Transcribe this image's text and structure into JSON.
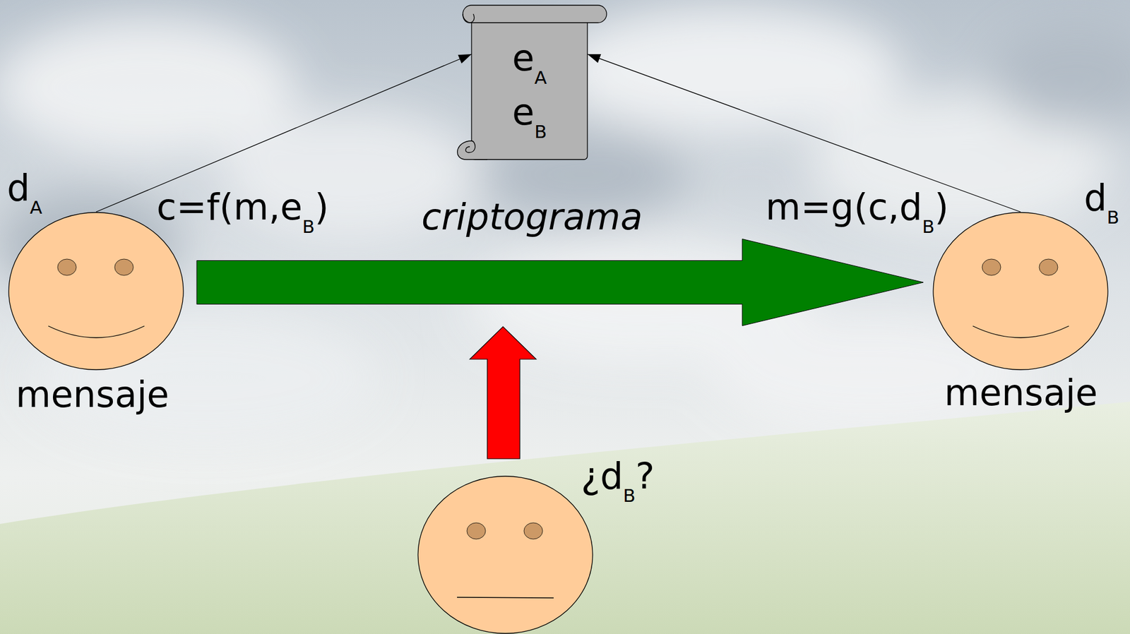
{
  "diagram": {
    "nodes": [
      {
        "text": [
          "eA",
          "eB"
        ]
      },
      {
        "text": [
          "dA",
          "mensaje"
        ]
      },
      {
        "text": [
          "dB",
          "mensaje"
        ]
      },
      {
        "text": [
          "¿dB?"
        ]
      }
    ],
    "edges": [
      {
        "from": 1,
        "to": 0,
        "arrow": "to"
      },
      {
        "from": 2,
        "to": 0,
        "arrow": "to"
      },
      {
        "from": 1,
        "to": 2,
        "arrow": "to",
        "label": "criptograma"
      }
    ],
    "labels": [
      "c=f(m,eB)",
      "m=g(c,dB)"
    ]
  }
}
